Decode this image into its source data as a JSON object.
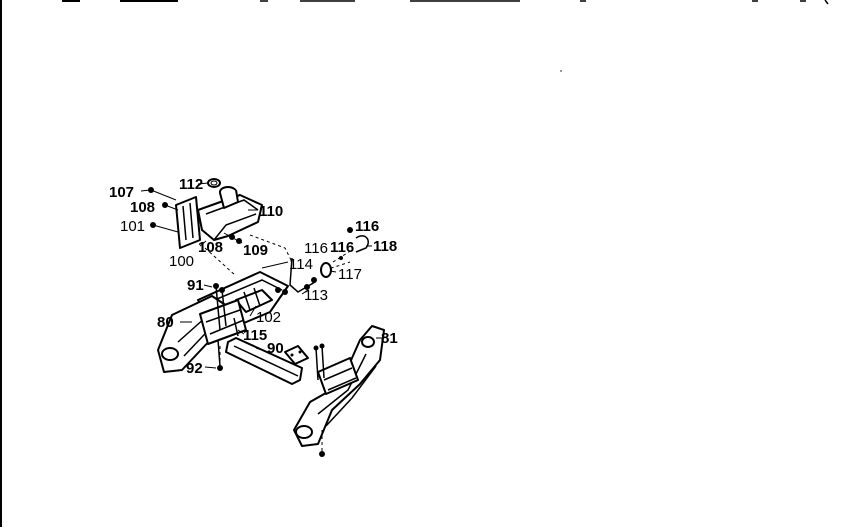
{
  "diagram": {
    "labels": [
      {
        "id": "107",
        "text": "107"
      },
      {
        "id": "112",
        "text": "112"
      },
      {
        "id": "108a",
        "text": "108"
      },
      {
        "id": "110",
        "text": "110"
      },
      {
        "id": "101",
        "text": "101"
      },
      {
        "id": "108b",
        "text": "108"
      },
      {
        "id": "109",
        "text": "109"
      },
      {
        "id": "100",
        "text": "100"
      },
      {
        "id": "116a",
        "text": "116"
      },
      {
        "id": "116b",
        "text": "116"
      },
      {
        "id": "116c",
        "text": "116"
      },
      {
        "id": "118",
        "text": "118"
      },
      {
        "id": "114",
        "text": "114"
      },
      {
        "id": "117",
        "text": "117"
      },
      {
        "id": "91",
        "text": "91"
      },
      {
        "id": "113",
        "text": "113"
      },
      {
        "id": "102",
        "text": "102"
      },
      {
        "id": "80",
        "text": "80"
      },
      {
        "id": "115",
        "text": "115"
      },
      {
        "id": "81",
        "text": "81"
      },
      {
        "id": "90",
        "text": "90"
      },
      {
        "id": "92",
        "text": "92"
      }
    ]
  }
}
